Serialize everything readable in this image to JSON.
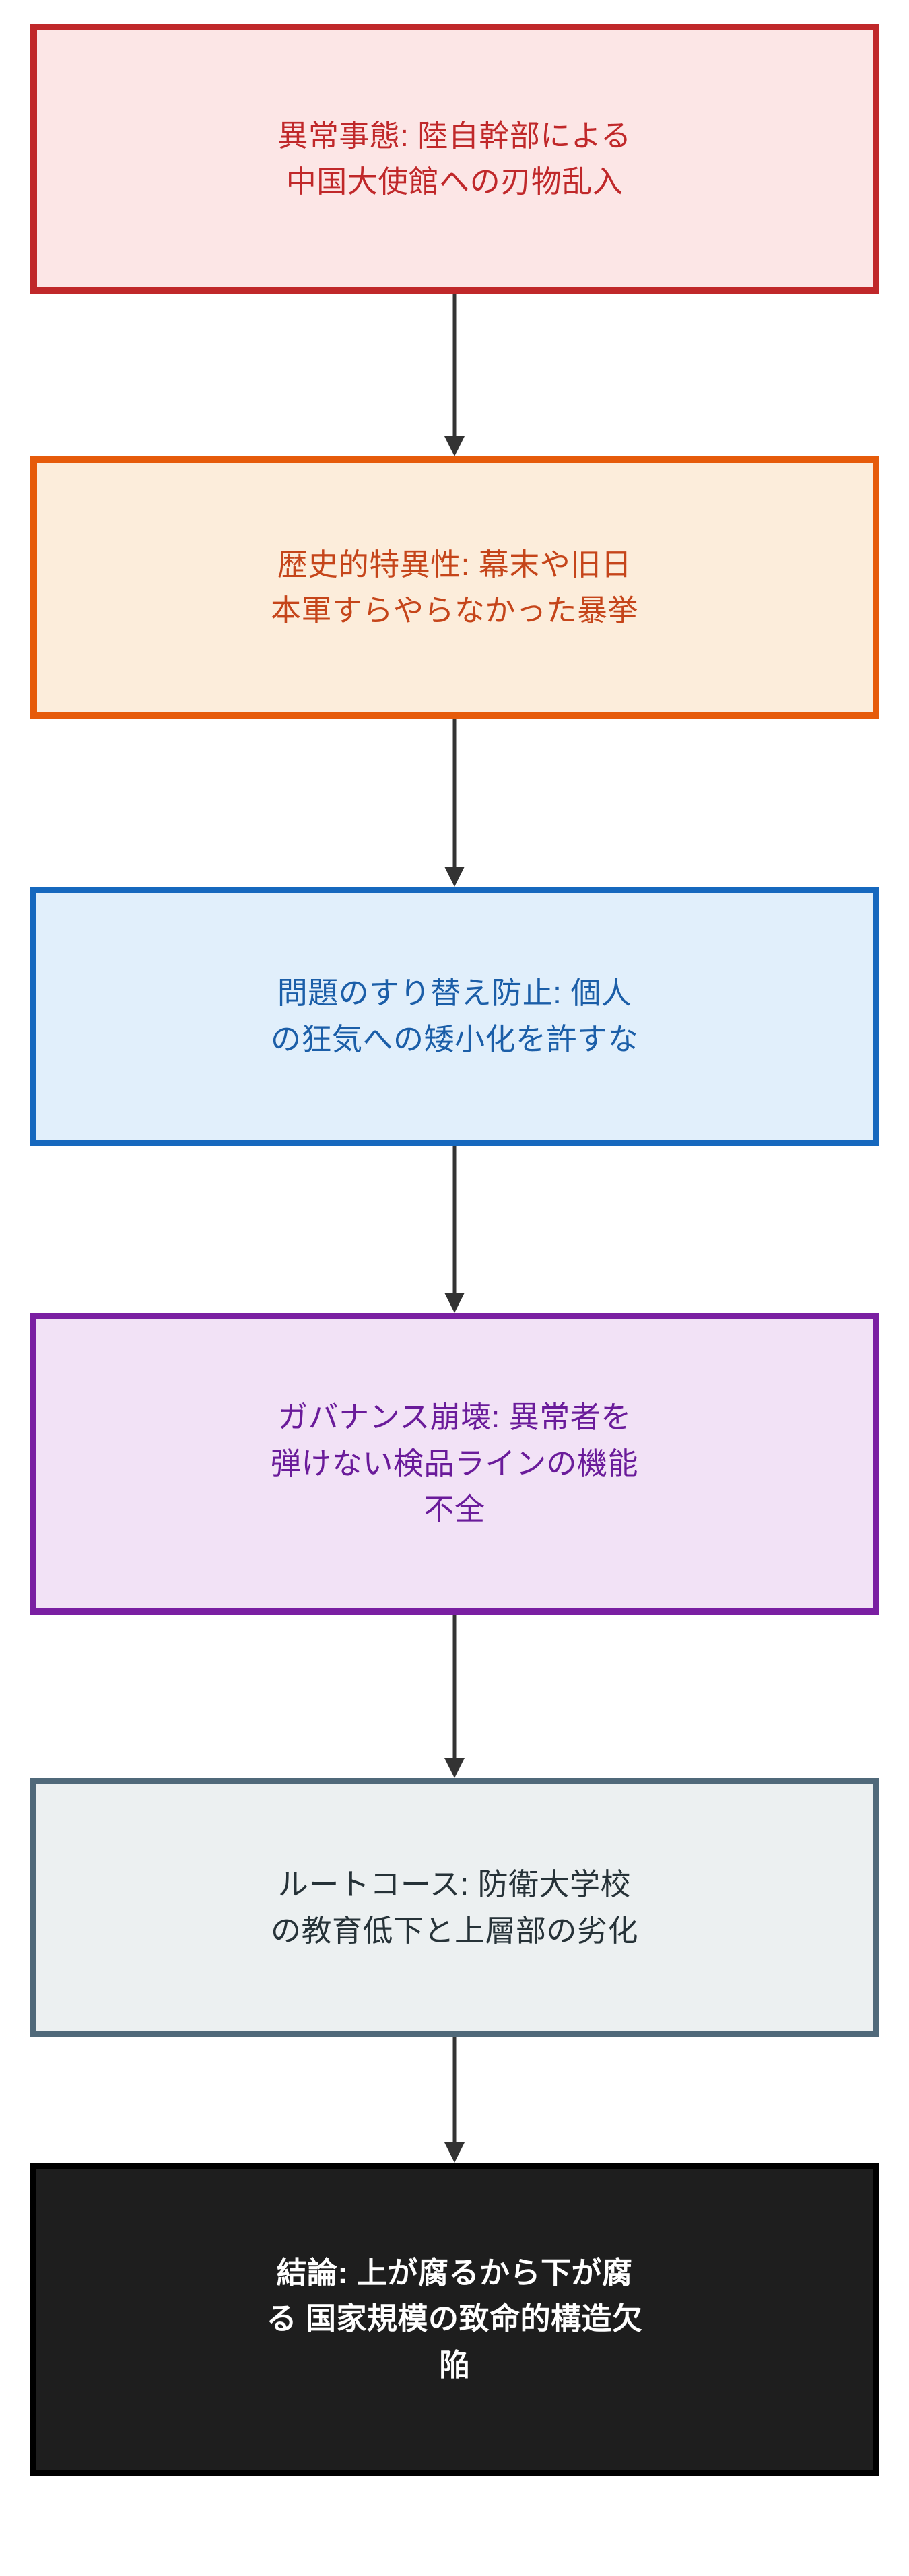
{
  "diagram": {
    "type": "flowchart",
    "direction": "top-to-bottom",
    "background_color": "#FFFFFF",
    "nodes": [
      {
        "id": "incident",
        "label": "異常事態: 陸自幹部による\n中国大使館への刃物乱入",
        "border_color": "#C0282A",
        "fill_color": "#FCE6E6",
        "text_color": "#C0282A"
      },
      {
        "id": "history",
        "label": "歴史的特異性: 幕末や旧日\n本軍すらやらなかった暴挙",
        "border_color": "#E65B0A",
        "fill_color": "#FCEDDB",
        "text_color": "#C5451A"
      },
      {
        "id": "framing",
        "label": "問題のすり替え防止: 個人\nの狂気への矮小化を許すな",
        "border_color": "#1668BE",
        "fill_color": "#E1EFFB",
        "text_color": "#1B5EA8"
      },
      {
        "id": "governance",
        "label": "ガバナンス崩壊: 異常者を\n弾けない検品ラインの機能\n不全",
        "border_color": "#7A1FA2",
        "fill_color": "#F2E2F6",
        "text_color": "#6A1B9A"
      },
      {
        "id": "rootcause",
        "label": "ルートコース: 防衛大学校\nの教育低下と上層部の劣化",
        "border_color": "#50697A",
        "fill_color": "#ECF0F1",
        "text_color": "#263238"
      },
      {
        "id": "conclusion",
        "label": "結論: 上が腐るから下が腐\nる 国家規模の致命的構造欠\n陥",
        "border_color": "#000000",
        "fill_color": "#1E1E1E",
        "text_color": "#FFFFFF"
      }
    ],
    "edges": [
      {
        "id": "edge-1",
        "from": "incident",
        "to": "history",
        "arrow": "down",
        "color": "#333333"
      },
      {
        "id": "edge-2",
        "from": "history",
        "to": "framing",
        "arrow": "down",
        "color": "#333333"
      },
      {
        "id": "edge-3",
        "from": "framing",
        "to": "governance",
        "arrow": "down",
        "color": "#333333"
      },
      {
        "id": "edge-4",
        "from": "governance",
        "to": "rootcause",
        "arrow": "down",
        "color": "#333333"
      },
      {
        "id": "edge-5",
        "from": "rootcause",
        "to": "conclusion",
        "arrow": "down",
        "color": "#333333"
      }
    ]
  }
}
